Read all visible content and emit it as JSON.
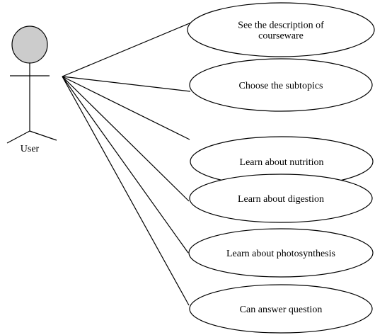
{
  "actor": {
    "label": "User"
  },
  "use_cases": [
    {
      "lines": [
        "See the description of",
        "courseware"
      ]
    },
    {
      "lines": [
        "Choose the subtopics"
      ]
    },
    {
      "lines": [
        "Learn about nutrition"
      ]
    },
    {
      "lines": [
        "Learn about digestion"
      ]
    },
    {
      "lines": [
        "Learn about photosynthesis"
      ]
    },
    {
      "lines": [
        "Can answer question"
      ]
    }
  ]
}
